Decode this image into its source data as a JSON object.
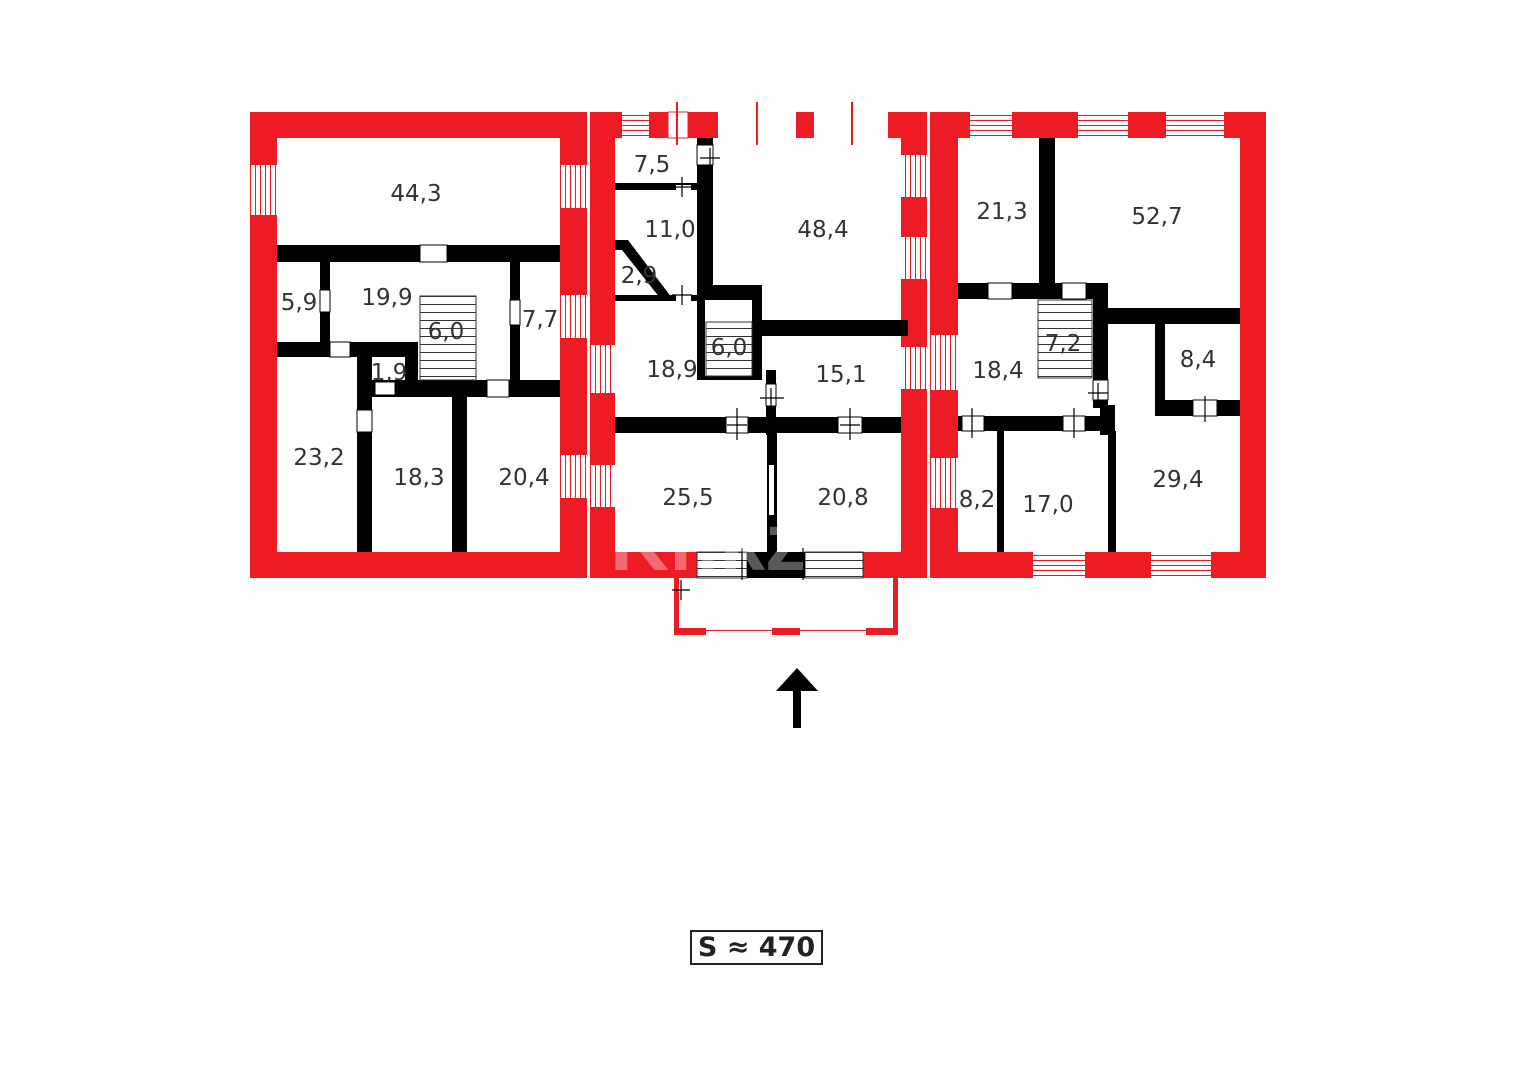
{
  "colors": {
    "exterior_wall": "#ed1c24",
    "interior_wall": "#000000",
    "label": "#333333",
    "background": "#ffffff"
  },
  "total_area": "S ≈ 470",
  "rooms": {
    "a1": "44,3",
    "a2": "5,9",
    "a3": "19,9",
    "a4": "6,0",
    "a5": "7,7",
    "a6": "1,9",
    "a7": "23,2",
    "a8": "18,3",
    "a9": "20,4",
    "b1": "7,5",
    "b2": "11,0",
    "b3": "2,9",
    "b4": "48,4",
    "b5": "18,9",
    "b6": "6,0",
    "b7": "15,1",
    "b8": "25,5",
    "b9": "20,8",
    "c1": "21,3",
    "c2": "52,7",
    "c3": "18,4",
    "c4": "7,2",
    "c5": "8,4",
    "c6": "8,2",
    "c7": "17,0",
    "c8": "29,4"
  },
  "icons": {
    "entrance": "arrow-up-icon",
    "stairs": "stairs-icon",
    "watermark": "krisha-watermark-logo"
  },
  "watermark_text": "Kr.kz"
}
